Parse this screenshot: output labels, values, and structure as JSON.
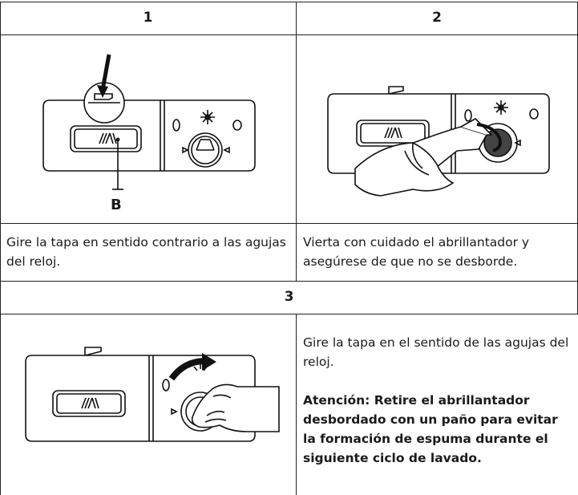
{
  "steps": [
    {
      "number": "1",
      "callout_label": "B",
      "caption": "Gire la tapa en sentido contrario a las agujas del reloj."
    },
    {
      "number": "2",
      "caption": "Vierta con cuidado el abrillantador y asegúrese de que no se desborde."
    },
    {
      "number": "3",
      "caption": "Gire la tapa en el sentido de las agujas del reloj.",
      "warning": "Atención: Retire el abrillantador desbordado con un paño para evitar la formación de espuma durante el siguiente ciclo de lavado."
    }
  ],
  "icons": [
    "rinse-aid-dispenser-icon",
    "sun-symbol-icon",
    "arrow-pointer-icon",
    "hand-icon",
    "bottle-icon",
    "rotate-arrow-icon"
  ]
}
